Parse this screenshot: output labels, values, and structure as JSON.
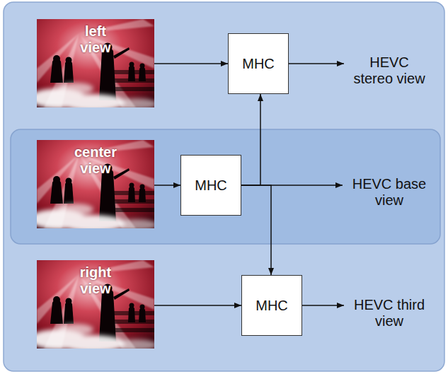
{
  "diagram": {
    "nodes": [
      {
        "text": [
          "left view"
        ]
      },
      {
        "text": [
          "MHC"
        ]
      },
      {
        "text": [
          "center view"
        ]
      },
      {
        "text": [
          "MHC"
        ]
      },
      {
        "text": [
          "right view"
        ]
      },
      {
        "text": [
          "MHC"
        ]
      }
    ],
    "edges": [
      {
        "from": 0,
        "to": 1,
        "arrow": "to"
      },
      {
        "from": 2,
        "to": 3,
        "arrow": "to"
      },
      {
        "from": 3,
        "to": 1,
        "arrow": "to"
      },
      {
        "from": 3,
        "to": 5,
        "arrow": "to"
      },
      {
        "from": 4,
        "to": 5,
        "arrow": "to"
      }
    ],
    "labels": [
      "HEVC stereo view",
      "HEVC base view",
      "HEVC third view"
    ]
  }
}
